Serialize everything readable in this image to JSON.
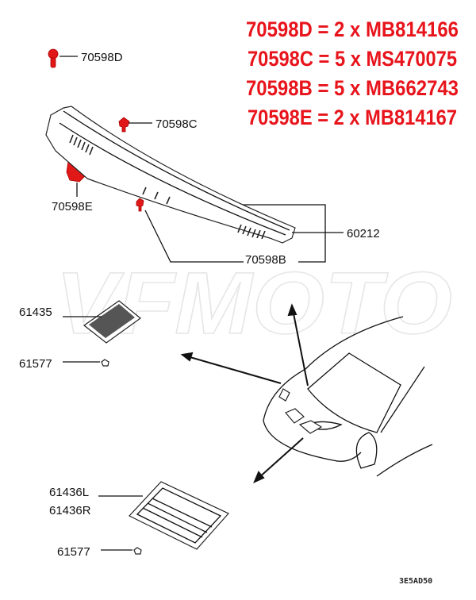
{
  "watermark": "VFMOTO",
  "part_list": [
    "70598D = 2 x MB814166",
    "70598C = 5 x MS470075",
    "70598B = 5 x MB662743",
    "70598E = 2 x MB814167"
  ],
  "labels": {
    "clip_d": "70598D",
    "clip_c": "70598C",
    "clip_e": "70598E",
    "cowl_panel": "60212",
    "clip_b": "70598B",
    "vent_screen": "61435",
    "nut_upper": "61577",
    "vent_cover_l": "61436L",
    "vent_cover_r": "61436R",
    "nut_lower": "61577"
  },
  "diagram_code": "3E5AD50",
  "colors": {
    "highlight": "#e8141c"
  }
}
